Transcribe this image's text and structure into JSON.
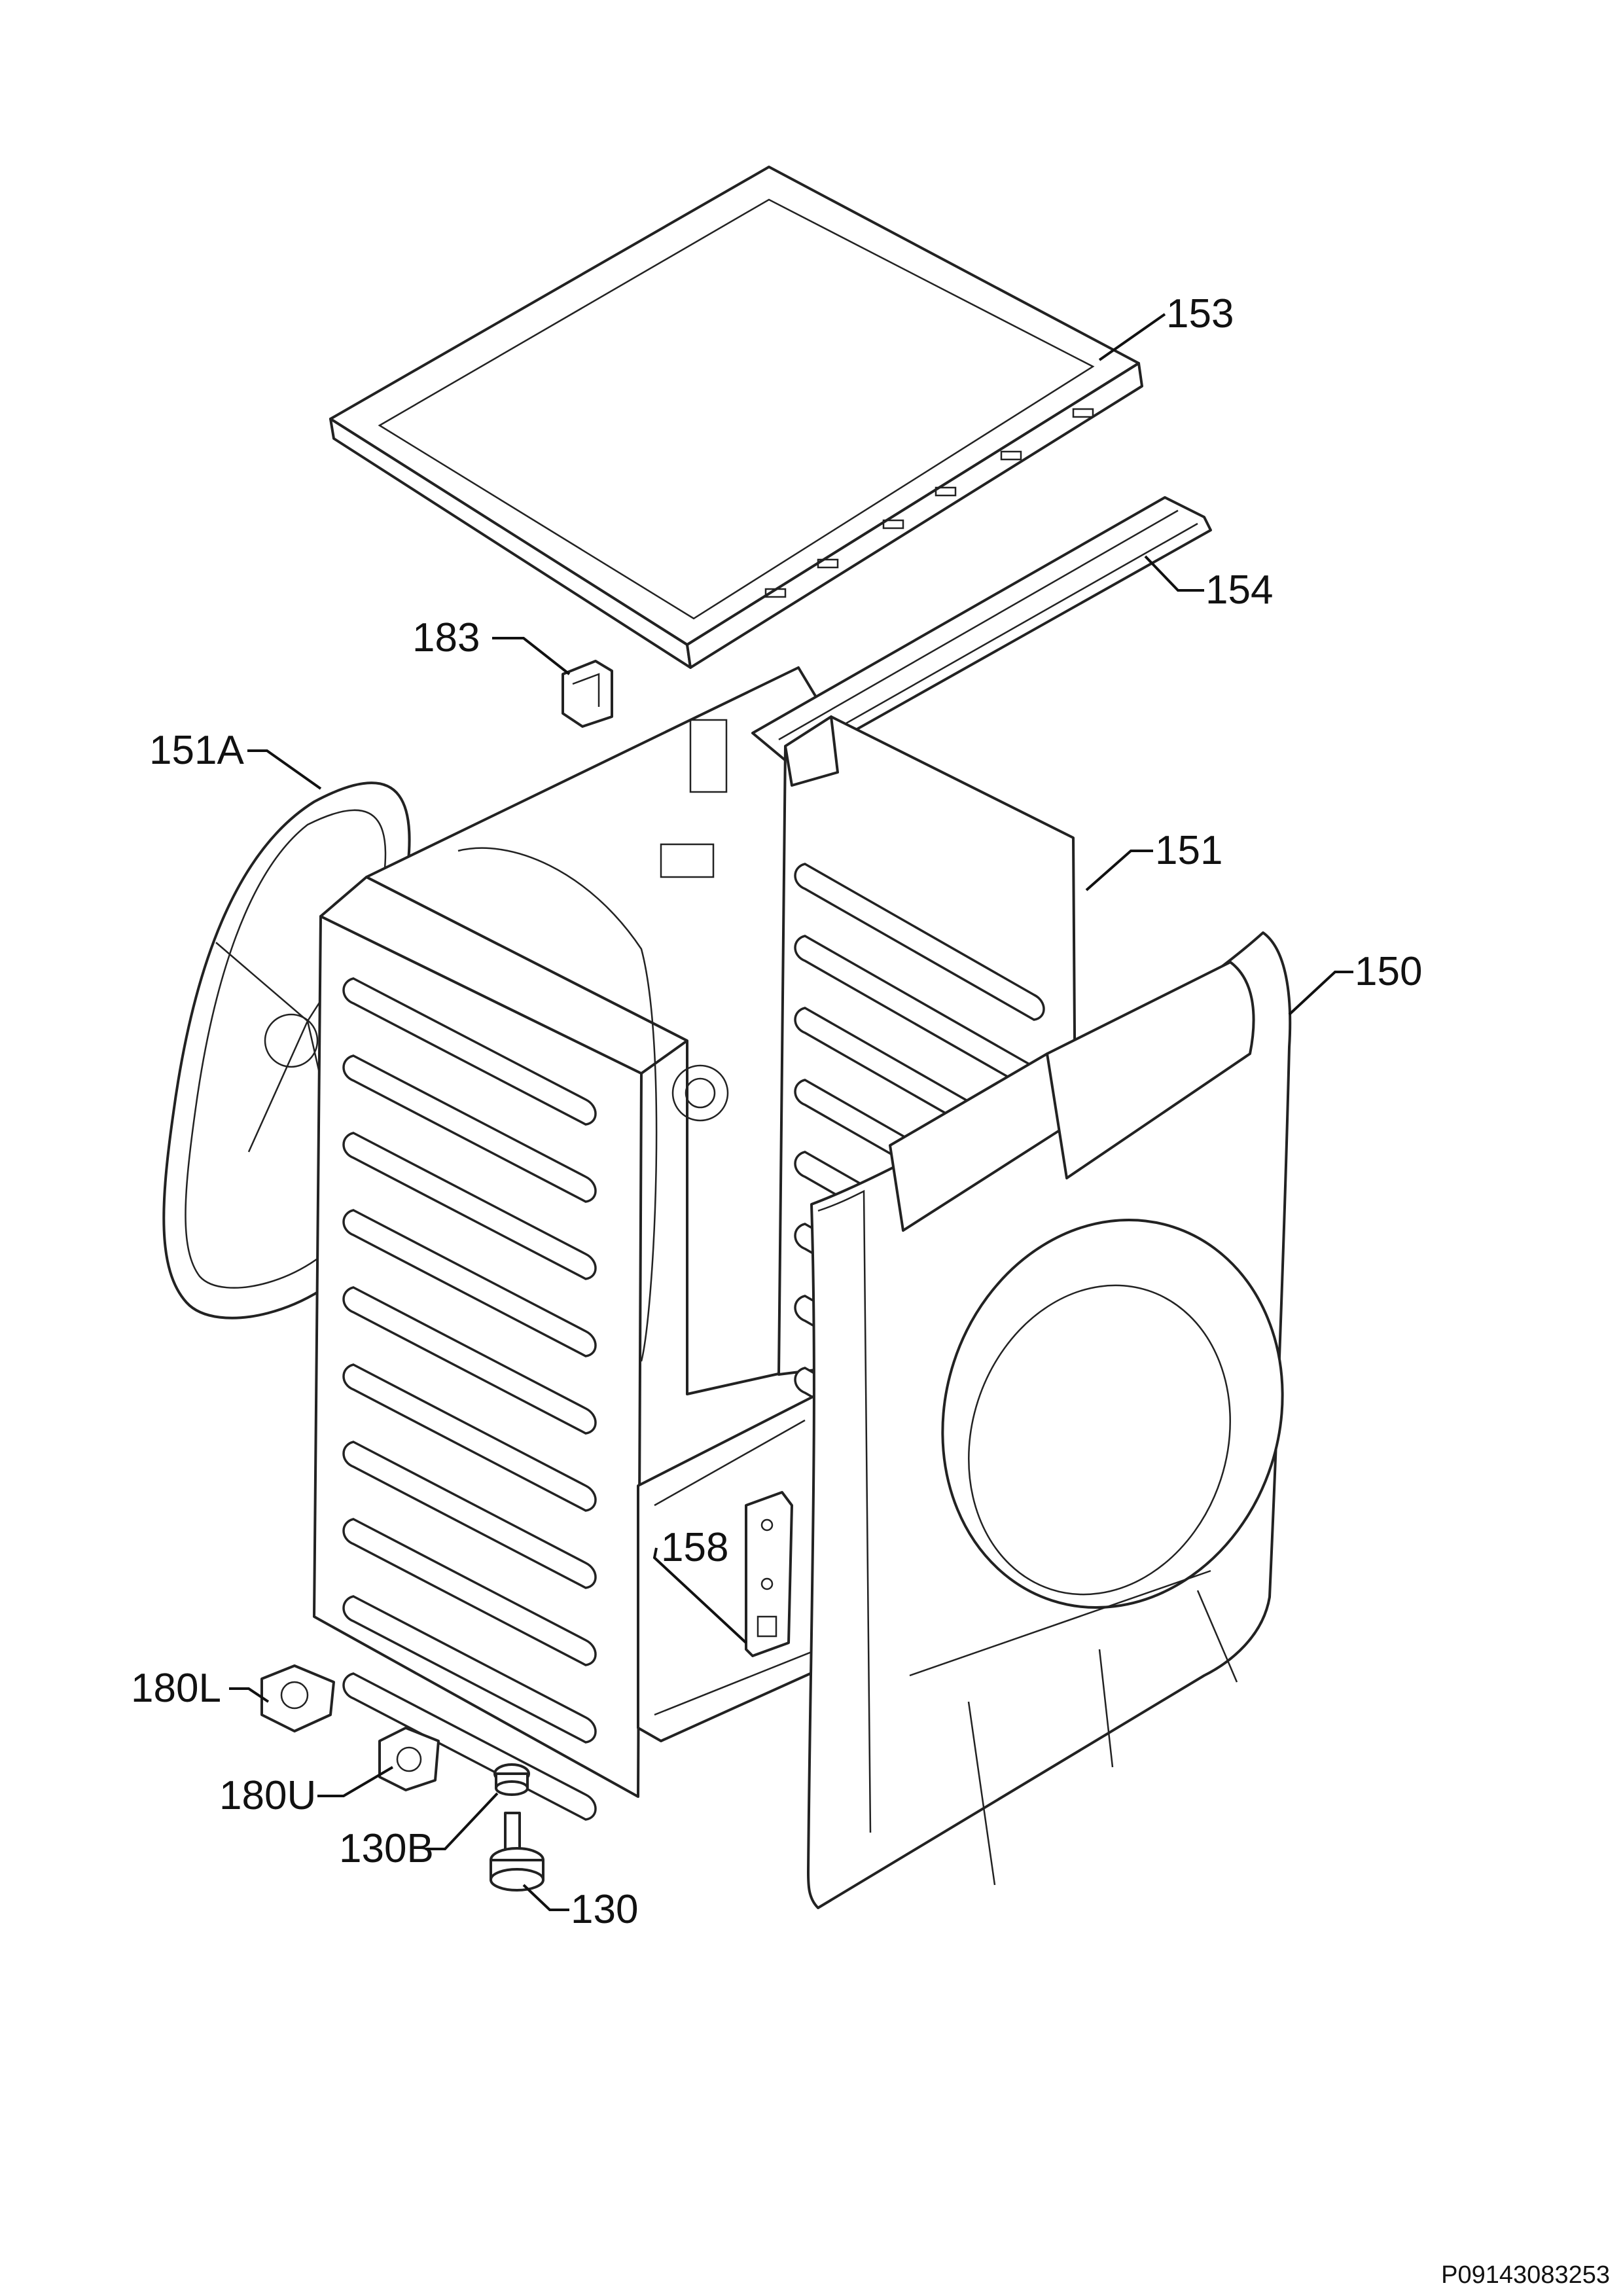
{
  "callouts": {
    "p153": "153",
    "p154": "154",
    "p183": "183",
    "p151A": "151A",
    "p151": "151",
    "p150": "150",
    "p158": "158",
    "p180L": "180L",
    "p180U": "180U",
    "p130B": "130B",
    "p130": "130"
  },
  "document_id": "P09143083253"
}
